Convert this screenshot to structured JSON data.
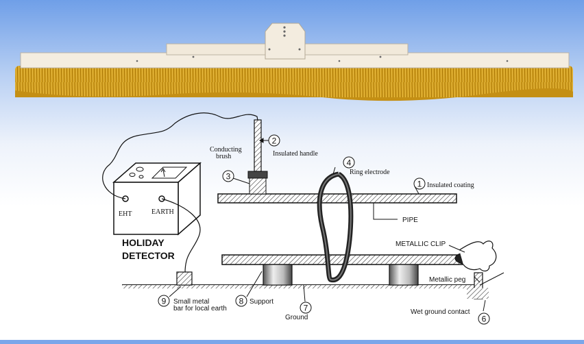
{
  "labels": {
    "conducting_brush": [
      "Conducting",
      "brush"
    ],
    "insulated_handle": "Insulated handle",
    "ring_electrode": "Ring electrode",
    "insulated_coating": "Insulated coating",
    "pipe": "PIPE",
    "metallic_clip": "METALLIC CLIP",
    "metallic_peg": "Metallic peg",
    "wet_ground_contact": "Wet ground contact",
    "ground": "Ground",
    "support": "Support",
    "small_metal_bar": [
      "Small metal",
      "bar for local earth"
    ],
    "eht": "EHT",
    "earth": "EARTH",
    "holiday_detector": [
      "HOLIDAY",
      "DETECTOR"
    ]
  },
  "markers": {
    "m1": "1",
    "m2": "2",
    "m3": "3",
    "m4": "4",
    "m6": "6",
    "m7": "7",
    "m8": "8",
    "m9": "9"
  },
  "colors": {
    "background_top": "#6f9fe8",
    "brush_bristles": "#d6a21c",
    "brush_base": "#f4ede0",
    "line": "#111111"
  }
}
